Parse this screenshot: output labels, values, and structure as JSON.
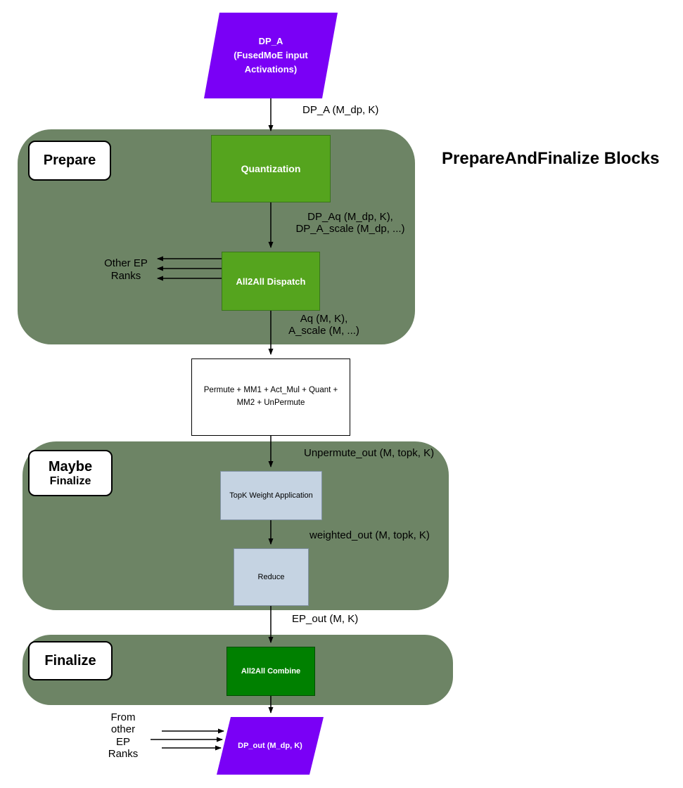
{
  "title": "PrepareAndFinalize Blocks",
  "nodes": {
    "dp_a": "DP_A\n(FusedMoE input\nActivations)",
    "quantization": "Quantization",
    "all2all_dispatch": "All2All Dispatch",
    "permute_block": "Permute + MM1 + Act_Mul + Quant +\nMM2 + UnPermute",
    "topk_weight_application": "TopK Weight Application",
    "reduce": "Reduce",
    "all2all_combine": "All2All Combine",
    "dp_out": "DP_out (M_dp, K)"
  },
  "containers": {
    "prepare": "Prepare",
    "maybe": "Maybe",
    "maybe_finalize": "Finalize",
    "finalize": "Finalize"
  },
  "edge_labels": {
    "dp_a": "DP_A (M_dp, K)",
    "dp_aq": "DP_Aq (M_dp, K),\nDP_A_scale (M_dp, ...)",
    "aq": "Aq (M, K),\nA_scale (M, ...)",
    "unpermute_out": "Unpermute_out (M, topk, K)",
    "weighted_out": "weighted_out (M, topk, K)",
    "ep_out": "EP_out (M, K)"
  },
  "annotations": {
    "other_ep_ranks": "Other EP\nRanks",
    "from_other_ep_ranks": "From\nother\nEP\nRanks"
  },
  "colors": {
    "purple": "#7a00f6",
    "container_green": "#6d8465",
    "process_green": "#55a41e",
    "light_blue": "#c5d3e2",
    "combine_green": "#008000"
  }
}
